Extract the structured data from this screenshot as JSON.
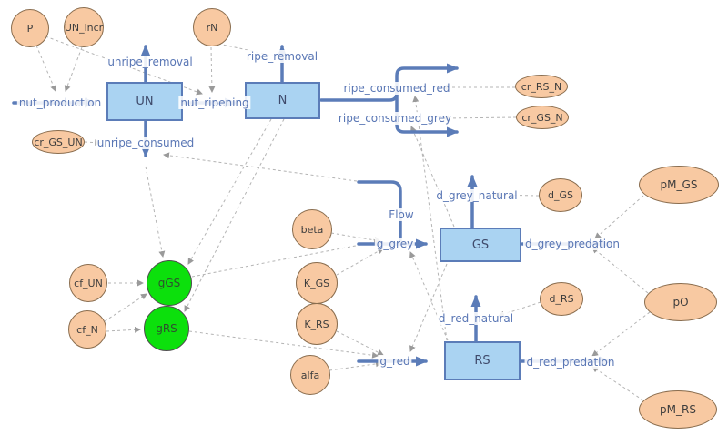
{
  "colors": {
    "stock_fill": "#aad3f2",
    "stock_border": "#5b7cb8",
    "flow_blue": "#5b7cb8",
    "converter_fill": "#f8c9a2",
    "converter_border": "#8a6d4e",
    "function_green": "#0ce00c",
    "link_grey": "#b4b4b4",
    "label_blue": "#5a77b5"
  },
  "stocks": {
    "UN": "UN",
    "N": "N",
    "GS": "GS",
    "RS": "RS"
  },
  "converters": {
    "P": "P",
    "UN_incr": "UN_incr",
    "rN": "rN",
    "cr_GS_UN": "cr_GS_UN",
    "cr_RS_N": "cr_RS_N",
    "cr_GS_N": "cr_GS_N",
    "beta": "beta",
    "K_GS": "K_GS",
    "K_RS": "K_RS",
    "alfa": "alfa",
    "cf_UN": "cf_UN",
    "cf_N": "cf_N",
    "d_GS": "d_GS",
    "d_RS": "d_RS",
    "pM_GS": "pM_GS",
    "pO": "pO",
    "pM_RS": "pM_RS"
  },
  "functions": {
    "gGS": "gGS",
    "gRS": "gRS"
  },
  "flows": {
    "nut_production": "nut_production",
    "unripe_removal": "unripe_removal",
    "nut_ripening": "nut_ripening",
    "ripe_removal": "ripe_removal",
    "unripe_consumed": "unripe_consumed",
    "ripe_consumed_red": "ripe_consumed_red",
    "ripe_consumed_grey": "ripe_consumed_grey",
    "Flow": "Flow",
    "g_grey": "g_grey",
    "d_grey_natural": "d_grey_natural",
    "d_grey_predation": "d_grey_predation",
    "g_red": "g_red",
    "d_red_natural": "d_red_natural",
    "d_red_predation": "d_red_predation"
  }
}
